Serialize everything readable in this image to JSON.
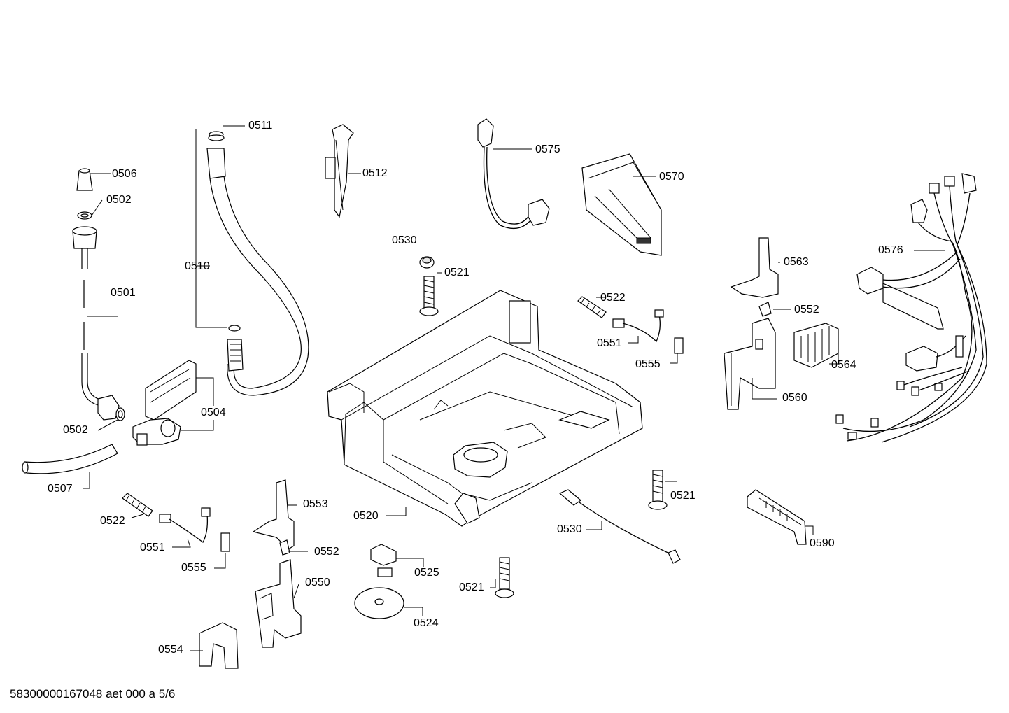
{
  "labels": {
    "p0511": "0511",
    "p0506": "0506",
    "p0502a": "0502",
    "p0512": "0512",
    "p0575": "0575",
    "p0570": "0570",
    "p0530a": "0530",
    "p0521a": "0521",
    "p0576": "0576",
    "p0563": "0563",
    "p0510": "0510",
    "p0501": "0501",
    "p0522a": "0522",
    "p0552a": "0552",
    "p0551a": "0551",
    "p0564": "0564",
    "p0555a": "0555",
    "p0560": "0560",
    "p0504": "0504",
    "p0502b": "0502",
    "p0507": "0507",
    "p0553": "0553",
    "p0521b": "0521",
    "p0520": "0520",
    "p0522b": "0522",
    "p0530b": "0530",
    "p0590": "0590",
    "p0551b": "0551",
    "p0552b": "0552",
    "p0555b": "0555",
    "p0525": "0525",
    "p0550": "0550",
    "p0521c": "0521",
    "p0524": "0524",
    "p0554": "0554"
  },
  "footer": "58300000167048 aet 000 a 5/6"
}
